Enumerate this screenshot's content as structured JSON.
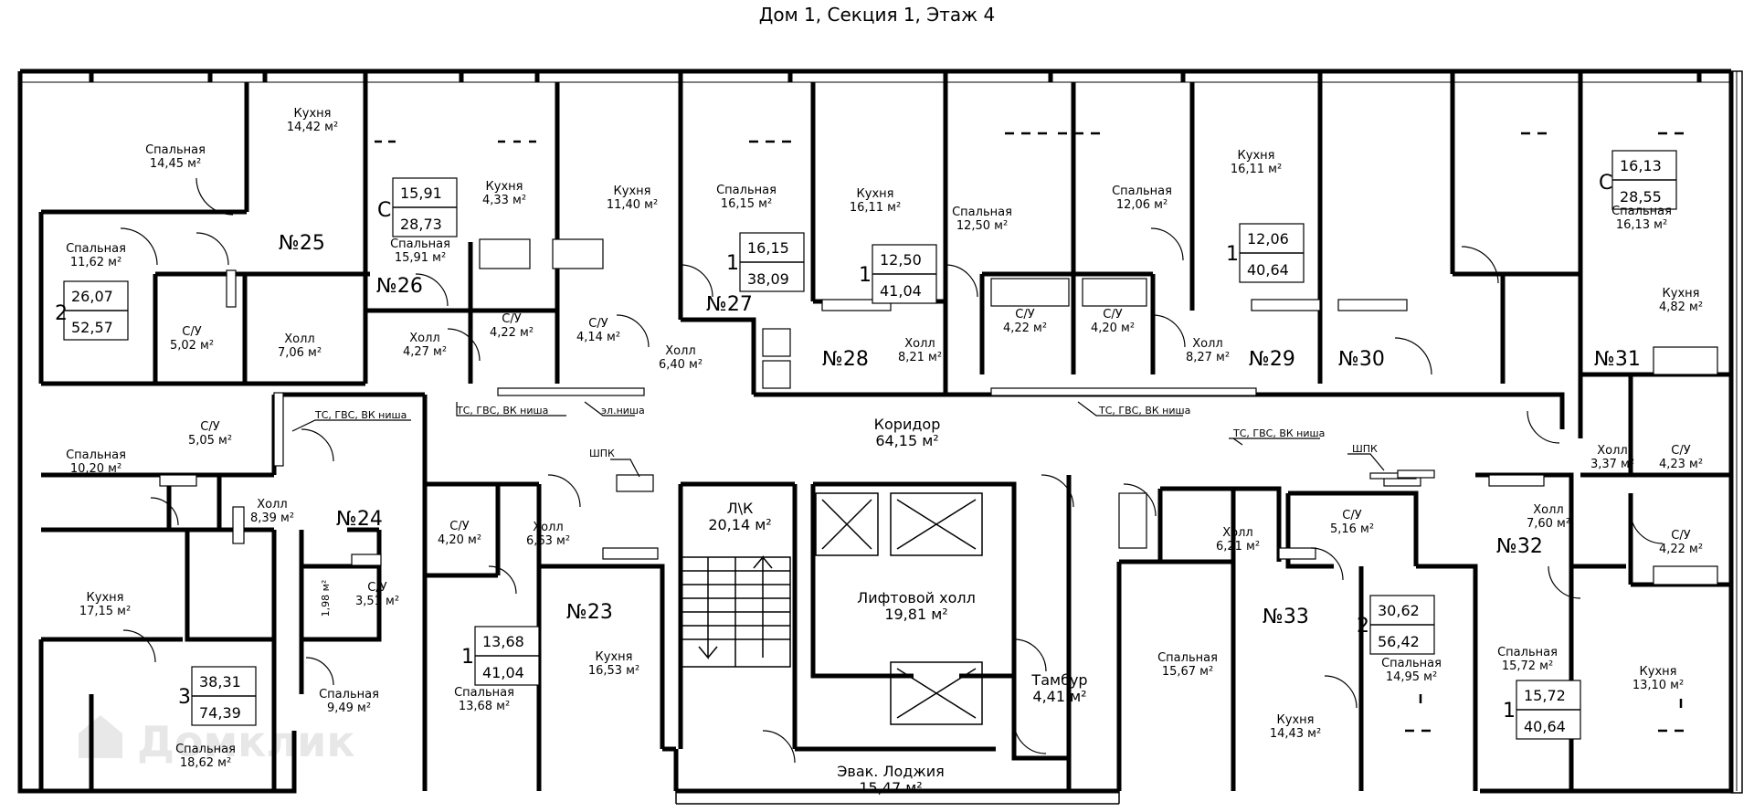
{
  "title": "Дом 1, Секция 1, Этаж 4",
  "watermark": "Домклик",
  "watermark_icon": "house-icon",
  "apartments": [
    {
      "number": "№25"
    },
    {
      "number": "№26"
    },
    {
      "number": "№27"
    },
    {
      "number": "№28"
    },
    {
      "number": "№29"
    },
    {
      "number": "№30"
    },
    {
      "number": "№31"
    },
    {
      "number": "№24"
    },
    {
      "number": "№23"
    },
    {
      "number": "№33"
    },
    {
      "number": "№32"
    }
  ],
  "summaries": [
    {
      "rooms": "2",
      "living": "26,07",
      "total": "52,57"
    },
    {
      "rooms": "С",
      "living": "15,91",
      "total": "28,73"
    },
    {
      "rooms": "1",
      "living": "16,15",
      "total": "38,09"
    },
    {
      "rooms": "1",
      "living": "12,50",
      "total": "41,04"
    },
    {
      "rooms": "1",
      "living": "12,06",
      "total": "40,64"
    },
    {
      "rooms": "С",
      "living": "16,13",
      "total": "28,55"
    },
    {
      "rooms": "3",
      "living": "38,31",
      "total": "74,39"
    },
    {
      "rooms": "1",
      "living": "13,68",
      "total": "41,04"
    },
    {
      "rooms": "2",
      "living": "30,62",
      "total": "56,42"
    },
    {
      "rooms": "1",
      "living": "15,72",
      "total": "40,64"
    }
  ],
  "rooms": [
    {
      "name": "Спальная",
      "area": "14,45 м²"
    },
    {
      "name": "Кухня",
      "area": "14,42 м²"
    },
    {
      "name": "Спальная",
      "area": "11,62 м²"
    },
    {
      "name": "С/У",
      "area": "5,02 м²"
    },
    {
      "name": "Холл",
      "area": "7,06 м²"
    },
    {
      "name": "Кухня",
      "area": "4,33 м²"
    },
    {
      "name": "Спальная",
      "area": "15,91 м²"
    },
    {
      "name": "С/У",
      "area": "4,22 м²"
    },
    {
      "name": "Холл",
      "area": "4,27 м²"
    },
    {
      "name": "Кухня",
      "area": "11,40 м²"
    },
    {
      "name": "С/У",
      "area": "4,14 м²"
    },
    {
      "name": "Холл",
      "area": "6,40 м²"
    },
    {
      "name": "Спальная",
      "area": "16,15 м²"
    },
    {
      "name": "Кухня",
      "area": "16,11 м²"
    },
    {
      "name": "Холл",
      "area": "8,21 м²"
    },
    {
      "name": "Спальная",
      "area": "12,50 м²"
    },
    {
      "name": "С/У",
      "area": "4,22 м²"
    },
    {
      "name": "Спальная",
      "area": "12,06 м²"
    },
    {
      "name": "С/У",
      "area": "4,20 м²"
    },
    {
      "name": "Кухня",
      "area": "16,11 м²"
    },
    {
      "name": "Холл",
      "area": "8,27 м²"
    },
    {
      "name": "Спальная",
      "area": "16,13 м²"
    },
    {
      "name": "Кухня",
      "area": "4,82 м²"
    },
    {
      "name": "Холл",
      "area": "3,37 м²"
    },
    {
      "name": "С/У",
      "area": "4,23 м²"
    },
    {
      "name": "Спальная",
      "area": "10,20 м²"
    },
    {
      "name": "С/У",
      "area": "5,05 м²"
    },
    {
      "name": "Холл",
      "area": "8,39 м²"
    },
    {
      "name": "Кухня",
      "area": "17,15 м²"
    },
    {
      "name": "С/У",
      "area": "3,51 м²"
    },
    {
      "name": "",
      "area": "1,98 м²"
    },
    {
      "name": "Спальная",
      "area": "9,49 м²"
    },
    {
      "name": "Спальная",
      "area": "18,62 м²"
    },
    {
      "name": "С/У",
      "area": "4,20 м²"
    },
    {
      "name": "Холл",
      "area": "6,63 м²"
    },
    {
      "name": "Кухня",
      "area": "16,53 м²"
    },
    {
      "name": "Спальная",
      "area": "13,68 м²"
    },
    {
      "name": "Л\\К",
      "area": "20,14 м²"
    },
    {
      "name": "Лифтовой холл",
      "area": "19,81 м²"
    },
    {
      "name": "Коридор",
      "area": "64,15 м²"
    },
    {
      "name": "Тамбур",
      "area": "4,41 м²"
    },
    {
      "name": "Эвак. Лоджия",
      "area": "15,47 м²"
    },
    {
      "name": "Холл",
      "area": "6,21 м²"
    },
    {
      "name": "С/У",
      "area": "5,16 м²"
    },
    {
      "name": "Спальная",
      "area": "15,67 м²"
    },
    {
      "name": "Кухня",
      "area": "14,43 м²"
    },
    {
      "name": "Спальная",
      "area": "14,95 м²"
    },
    {
      "name": "Холл",
      "area": "7,60 м²"
    },
    {
      "name": "С/У",
      "area": "4,22 м²"
    },
    {
      "name": "Спальная",
      "area": "15,72 м²"
    },
    {
      "name": "Кухня",
      "area": "13,10 м²"
    }
  ],
  "notes": [
    "ТС, ГВС, ВК ниша",
    "ТС, ГВС, ВК ниша",
    "эл.ниша",
    "ТС, ГВС, ВК ниша",
    "ТС, ГВС, ВК ниша",
    "ШПК",
    "ШПК"
  ]
}
